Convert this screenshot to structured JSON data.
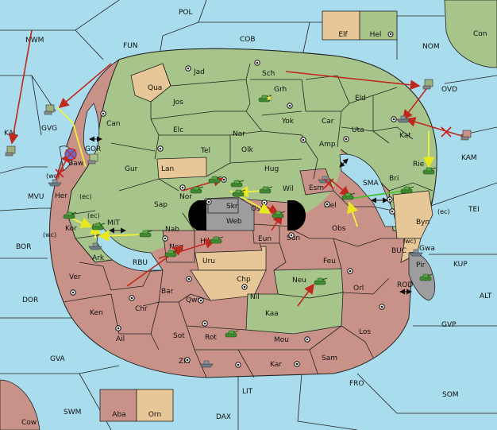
{
  "colors": {
    "sea": "#a9dcec",
    "green": "#a7c58a",
    "red": "#c99288",
    "tan": "#e7c797",
    "grey": "#9d9d9d",
    "move_order": "#c0281d",
    "support_order": "#f2f23d",
    "convoy_order": "#44c02c"
  },
  "sea_labels": {
    "pol": "POL",
    "nwm": "NWM",
    "fun": "FUN",
    "cob": "COB",
    "nom": "NOM",
    "con": "Con",
    "kal": "KAL",
    "gvg": "GVG",
    "gor": "GOR",
    "mvu": "MVU",
    "wc1": "(wc)",
    "ec1": "(ec)",
    "mit": "MIT",
    "ec2": "(ec)",
    "wc2": "(wc)",
    "bor": "BOR",
    "rbu": "RBU",
    "dor": "DOR",
    "gva": "GVA",
    "swm": "SWM",
    "cow": "Cow",
    "lit": "LIT",
    "dax": "DAX",
    "fro": "FRO",
    "som": "SOM",
    "gvp": "GVP",
    "alt": "ALT",
    "kup": "KUP",
    "rod": "ROD",
    "buc": "BUC",
    "wc3": "(wc)",
    "tei": "TEI",
    "ec3": "(ec)",
    "sma": "SMA",
    "kam": "KAM",
    "ovd": "OVD"
  },
  "land_labels": {
    "jad": "Jad",
    "sch": "Sch",
    "qua": "Qua",
    "jos": "Jos",
    "grh": "Grh",
    "eld": "Eld",
    "can": "Can",
    "elc": "Elc",
    "nar": "Nar",
    "yok": "Yok",
    "car": "Car",
    "uta": "Uta",
    "kat": "Kat",
    "tel": "Tel",
    "olk": "Olk",
    "amp": "Amp",
    "gur": "Gur",
    "lan": "Lan",
    "hug": "Hug",
    "wil": "Wil",
    "esm": "Esm",
    "bri": "Bri",
    "rie": "Rie",
    "baw": "Baw",
    "her": "Her",
    "nor": "Nor",
    "sap": "Sap",
    "skr": "Skr",
    "web": "Web",
    "ost": "Ost",
    "mel": "Mel",
    "byn": "Byn",
    "kor": "Kor",
    "nab": "Nab",
    "eun": "Eun",
    "sun": "Sun",
    "obs": "Obs",
    "ark": "Ark",
    "nog": "Nog",
    "hil": "Hil",
    "uru": "Uru",
    "feu": "Feu",
    "gwa": "Gwa",
    "pir": "Pir",
    "ver": "Ver",
    "chp": "Chp",
    "neu": "Neu",
    "orl": "Orl",
    "bar": "Bar",
    "qwi": "Qwi",
    "nil": "Nil",
    "ken": "Ken",
    "chr": "Chr",
    "kaa": "Kaa",
    "ail": "Ail",
    "sot": "Sot",
    "rot": "Rot",
    "mou": "Mou",
    "los": "Los",
    "zin": "Zin",
    "kar": "Kar",
    "sam": "Sam"
  },
  "legend_top": {
    "elf": "Elf",
    "hel": "Hel"
  },
  "legend_bottom": {
    "aba": "Aba",
    "orn": "Orn"
  },
  "icons": {
    "army": "tank-icon",
    "fleet": "ship-icon",
    "supply_center": "supply-center-dot",
    "disband": "red-x-marker",
    "star": "capital-star"
  }
}
